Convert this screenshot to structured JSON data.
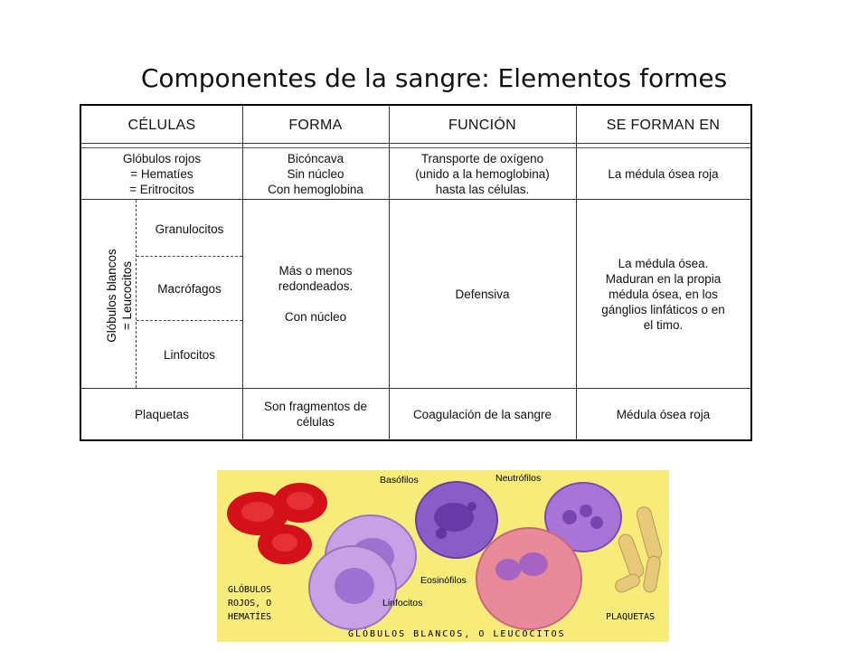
{
  "title": "Componentes de la sangre: Elementos formes",
  "table": {
    "headers": [
      "CÉLULAS",
      "FORMA",
      "FUNCIÓN",
      "SE FORMAN EN"
    ],
    "rbc": {
      "cell": "Glóbulos rojos\n= Hematíes\n= Eritrocitos",
      "forma": "Bicóncava\nSin núcleo\nCon hemoglobina",
      "funcion": "Transporte de oxígeno\n(unido a la hemoglobina)\nhasta las células.",
      "forman": "La médula ósea roja"
    },
    "wbc": {
      "group_label": "Glóbulos blancos\n= Leucocitos",
      "types": [
        "Granulocitos",
        "Macrófagos",
        "Linfocitos"
      ],
      "forma": "Más o menos\nredondeados.\n\nCon núcleo",
      "funcion": "Defensiva",
      "forman": "La médula ósea.\nMaduran en la propia\nmédula ósea, en los\ngánglios linfáticos o en\nel timo."
    },
    "platelets": {
      "cell": "Plaquetas",
      "forma": "Son fragmentos de\ncélulas",
      "funcion": "Coagulación de la sangre",
      "forman": "Médula ósea roja"
    }
  },
  "illustration": {
    "colors": {
      "background": "#f7ec7a",
      "rbc": "#d4111a",
      "lymph": "#c8a0e6",
      "eosino": "#e88a9a",
      "baso": "#8a5cc8",
      "platelet": "#e8c97a"
    },
    "labels": {
      "basofilos": "Basófilos",
      "neutrofilos": "Neutrófilos",
      "eosinofilos": "Eosinófilos",
      "linfocitos": "Linfocitos",
      "globulos_rojos": [
        "GLÓBULOS",
        "ROJOS, O",
        "HEMATÍES"
      ],
      "plaquetas": "PLAQUETAS",
      "globulos_blancos": "GLÓBULOS BLANCOS, O LEUCOCITOS"
    }
  }
}
